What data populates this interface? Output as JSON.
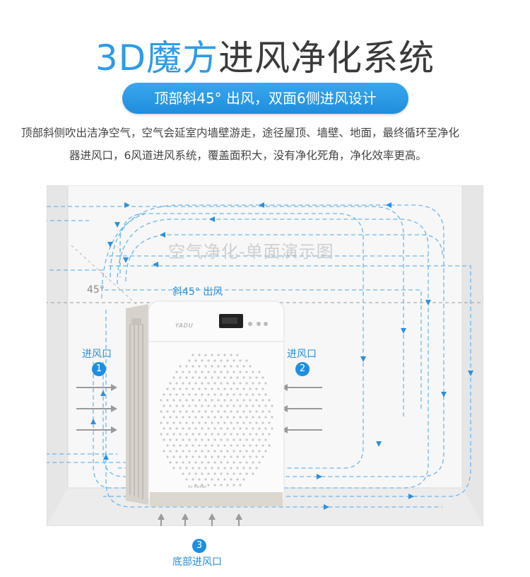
{
  "title": {
    "accent": "3D魔方",
    "rest": "进风净化系统"
  },
  "subtitle": "顶部斜45° 出风，双面6侧进风设计",
  "description": {
    "line1": "顶部斜侧吹出洁净空气，空气会延室内墙壁游走，途径屋顶、墙壁、地面，最终循环至净化",
    "line2": "器进风口，6风道进风系统，覆盖面积大，没有净化死角，净化效率更高。"
  },
  "diagram": {
    "watermark": "空气净化-单面演示图",
    "angle": "45°",
    "outlet": "斜45° 出风",
    "inlets": [
      {
        "number": "1",
        "label": "进风口"
      },
      {
        "number": "2",
        "label": "进风口"
      },
      {
        "number": "3",
        "label": "底部进风口"
      }
    ],
    "device_brand": "YADU",
    "device_model": "Air Purifier",
    "colors": {
      "accent": "#2e9be6",
      "flow": "#5fb3ec",
      "arrow": "#999999",
      "room": "#e8e8e8"
    }
  }
}
